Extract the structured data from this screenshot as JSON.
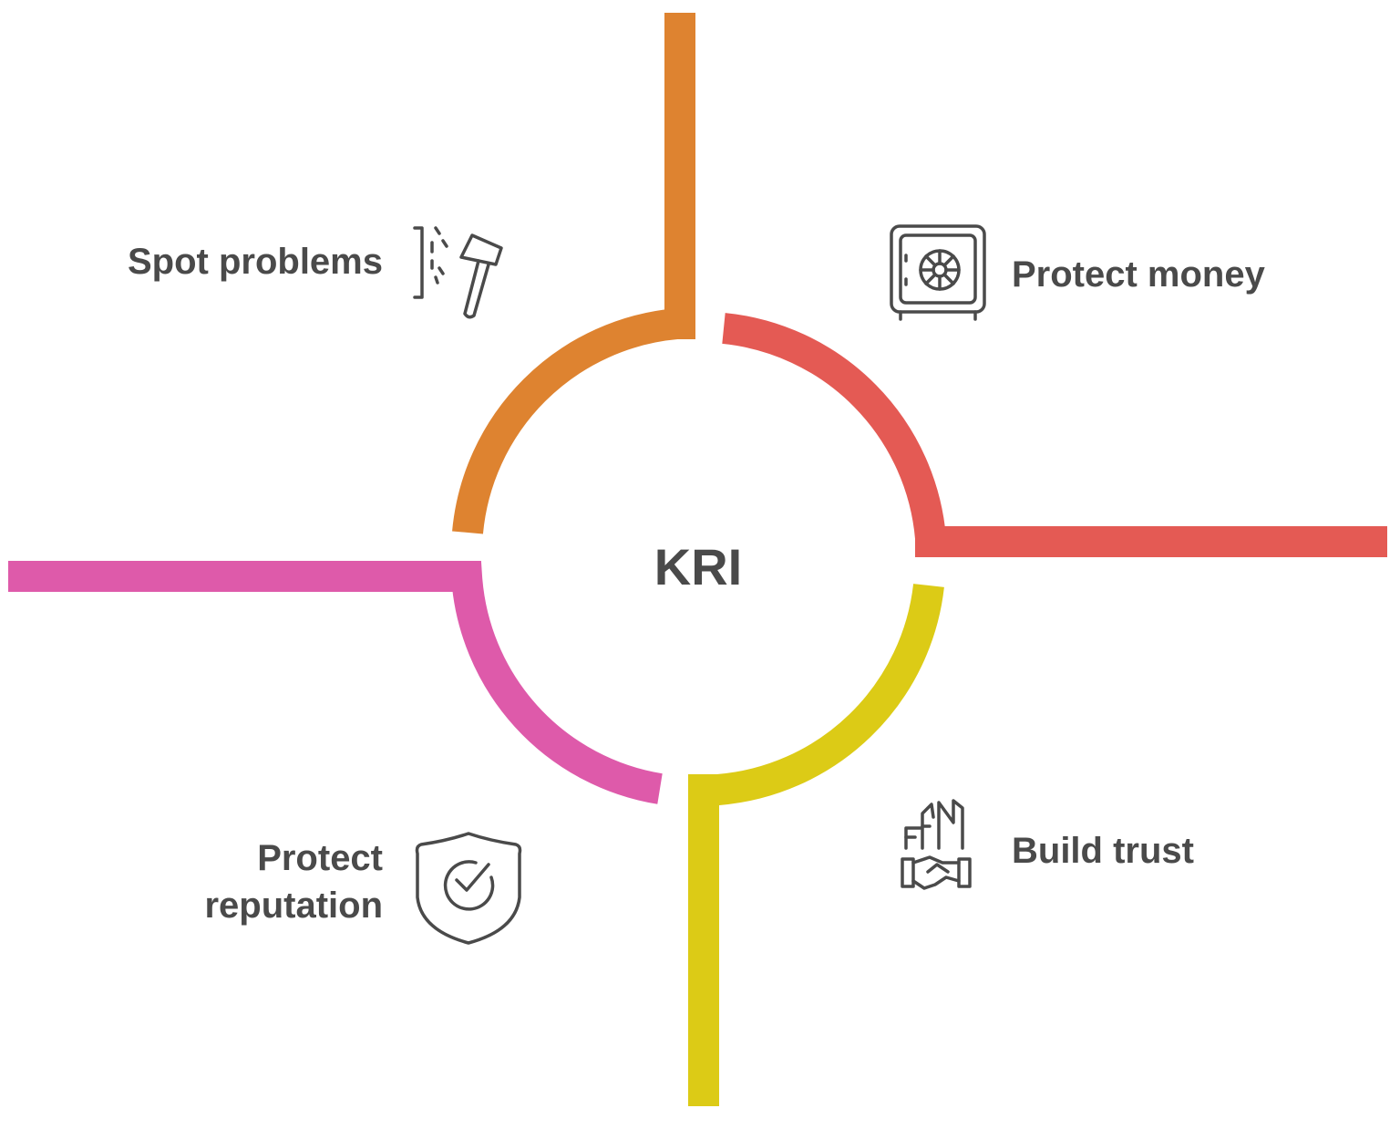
{
  "center": {
    "label": "KRI"
  },
  "segments": [
    {
      "id": "spot",
      "label_lines": [
        "Spot problems"
      ],
      "icon": "hammer-wall-icon",
      "color": "#DE8330"
    },
    {
      "id": "money",
      "label_lines": [
        "Protect money"
      ],
      "icon": "safe-icon",
      "color": "#E45A54"
    },
    {
      "id": "trust",
      "label_lines": [
        "Build trust"
      ],
      "icon": "handshake-buildings-icon",
      "color": "#DCCB16"
    },
    {
      "id": "reputation",
      "label_lines": [
        "Protect",
        "reputation"
      ],
      "icon": "shield-check-icon",
      "color": "#DE5AAA"
    }
  ]
}
